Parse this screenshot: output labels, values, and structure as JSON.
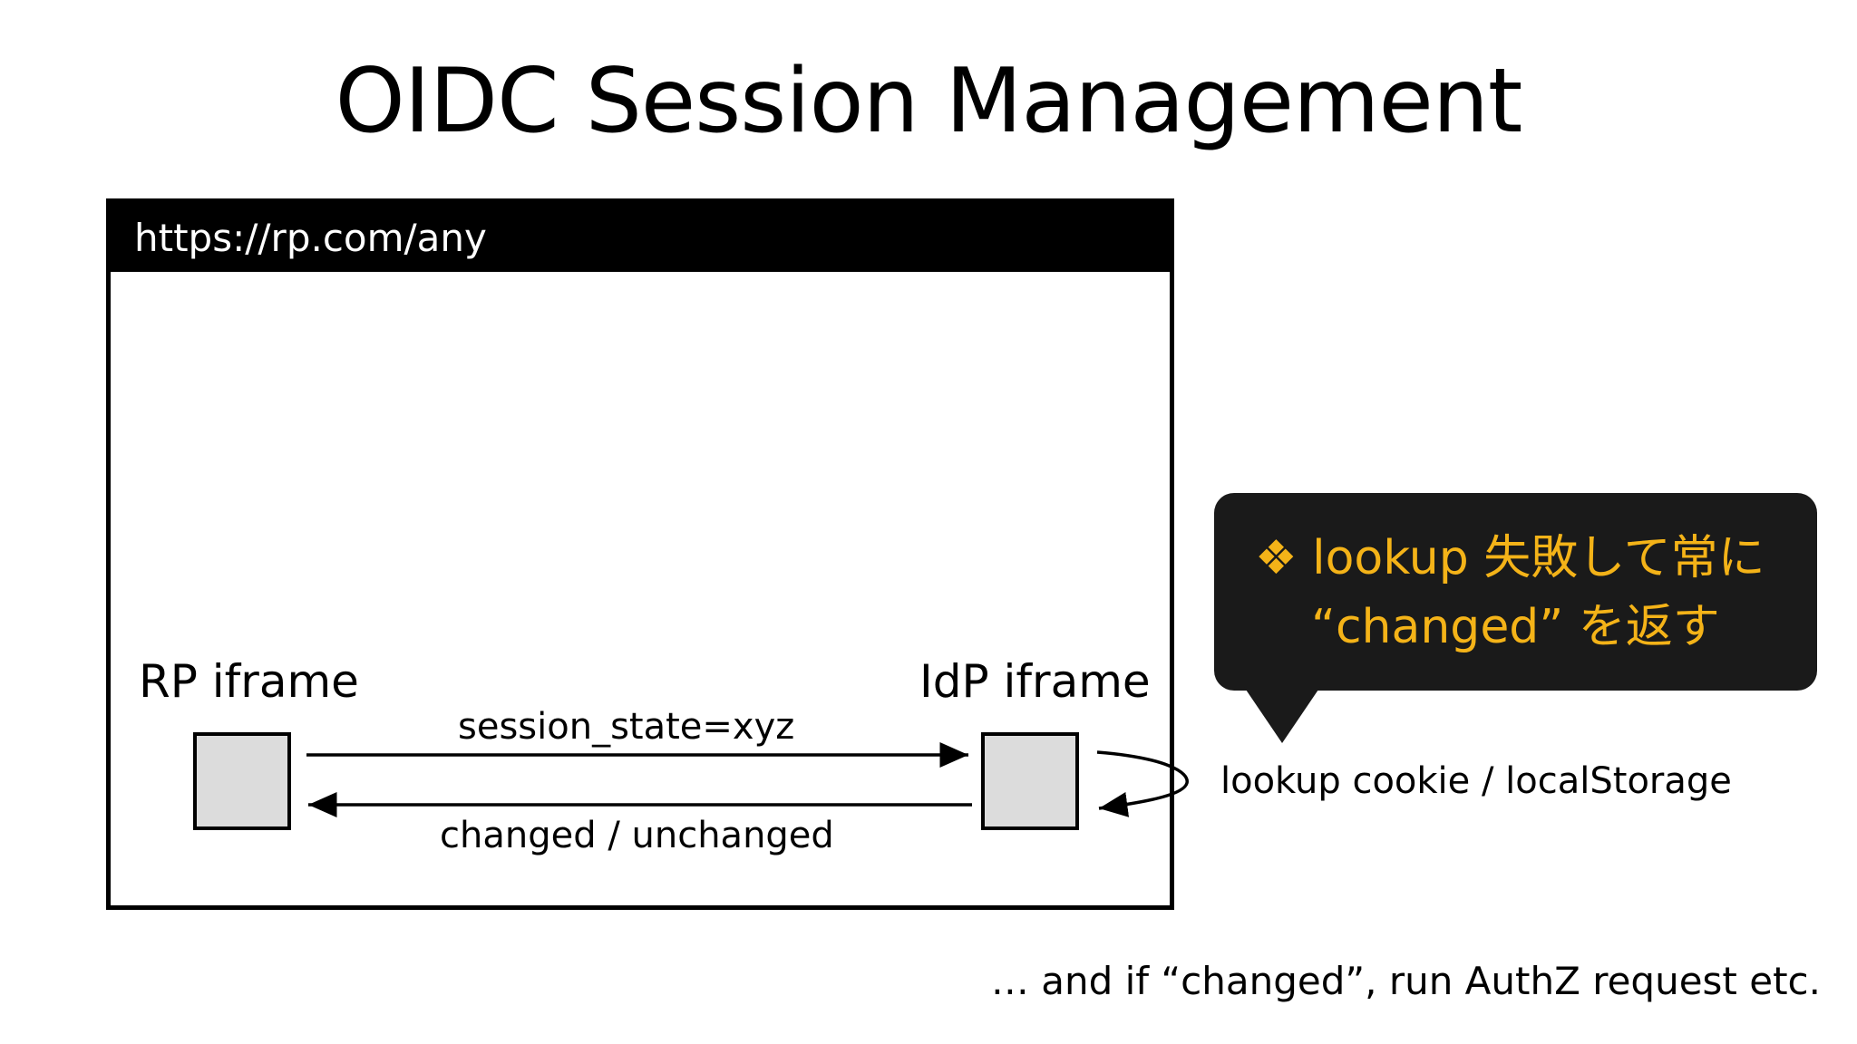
{
  "slide": {
    "title": "OIDC Session Management"
  },
  "browser": {
    "url": "https://rp.com/any",
    "rp_label": "RP iframe",
    "idp_label": "IdP iframe",
    "request_label": "session_state=xyz",
    "response_label": "changed / unchanged"
  },
  "side_label": "lookup cookie / localStorage",
  "callout": {
    "bullet": "❖",
    "line1": "lookup 失敗して常に",
    "line2": "“changed” を返す",
    "text_color": "#f4b318",
    "background_color": "#1a1a1a"
  },
  "footer": "… and if “changed”, run AuthZ request etc."
}
